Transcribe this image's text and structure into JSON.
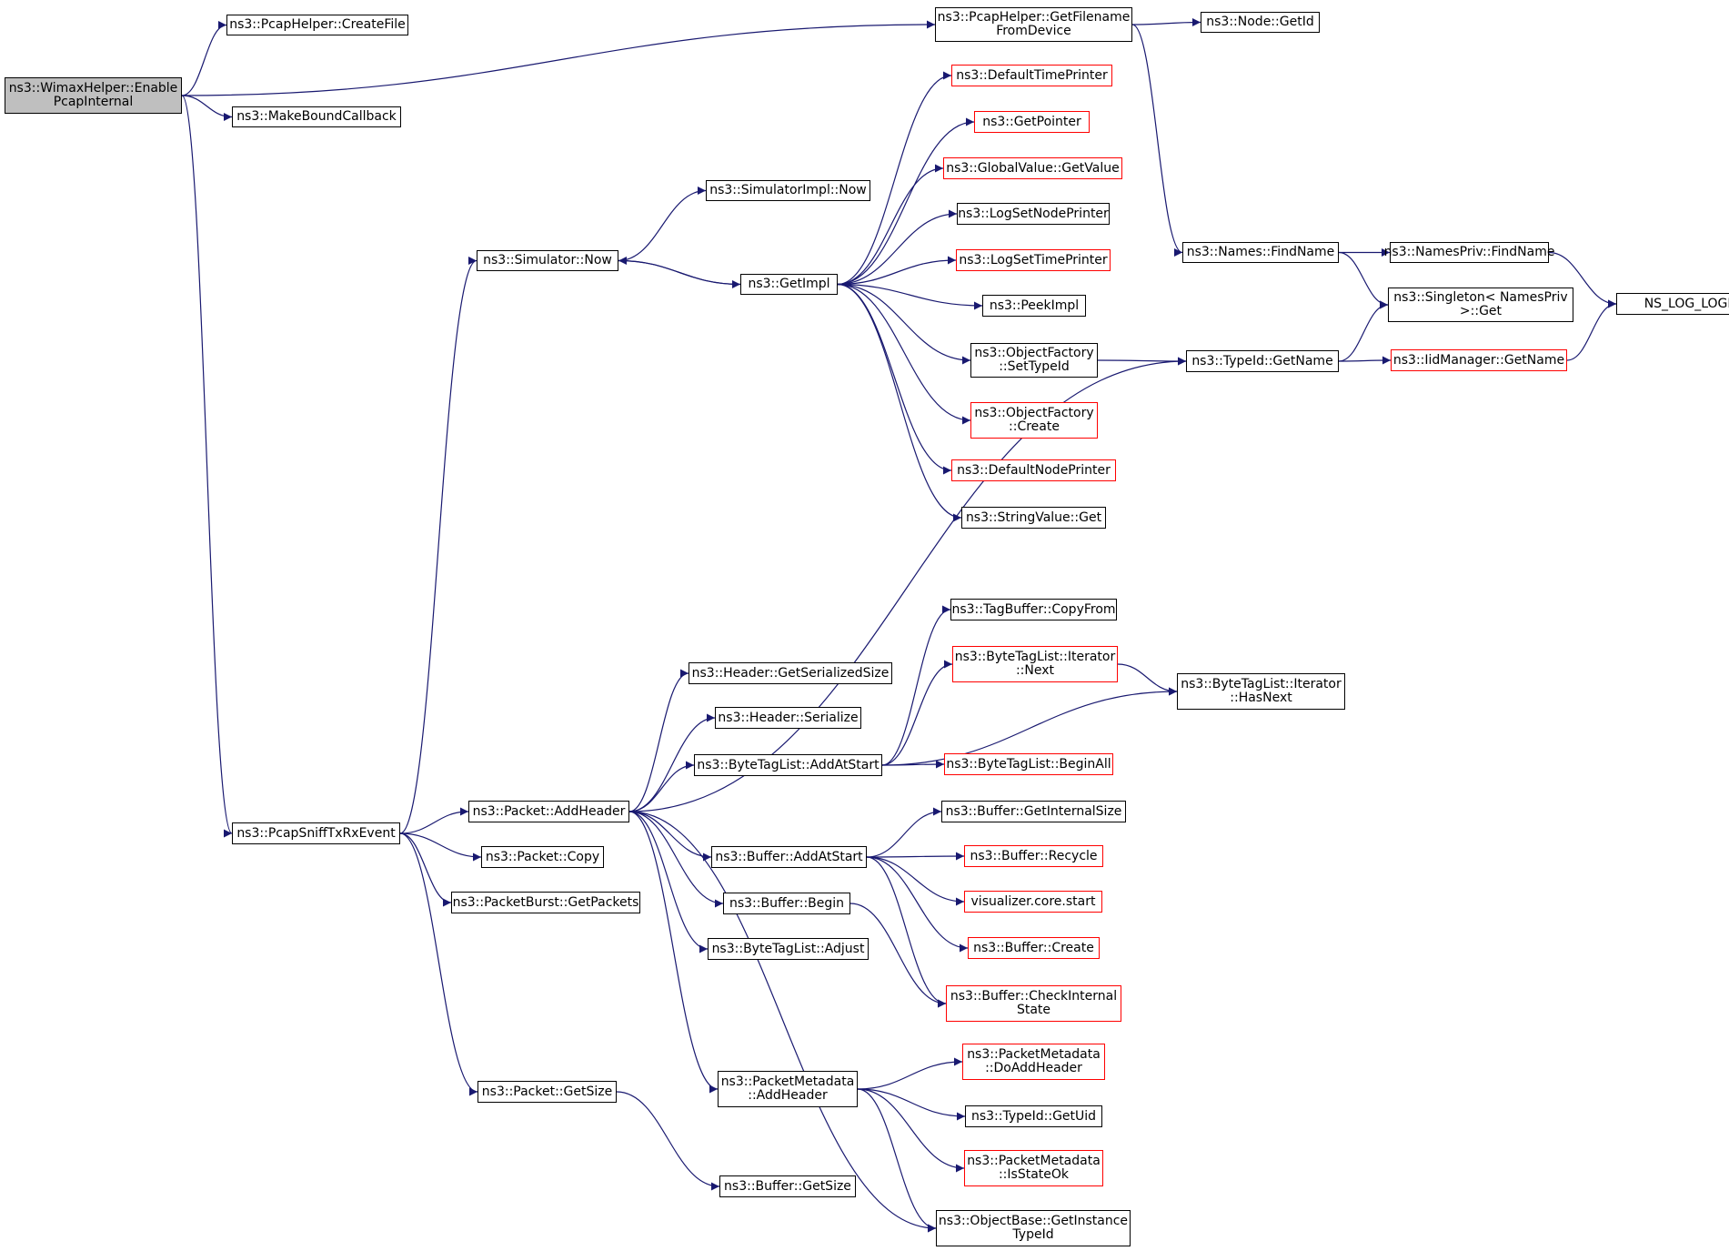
{
  "colors": {
    "edge": "#191970",
    "node_border": "#000000",
    "node_border_truncated": "#ff0000",
    "root_fill": "#bfbfbf"
  },
  "nodes": [
    {
      "id": "root",
      "label": "ns3::WimaxHelper::Enable\nPcapInternal",
      "style": "root"
    },
    {
      "id": "createfile",
      "label": "ns3::PcapHelper::CreateFile"
    },
    {
      "id": "makebound",
      "label": "ns3::MakeBoundCallback"
    },
    {
      "id": "getfilename",
      "label": "ns3::PcapHelper::GetFilename\nFromDevice"
    },
    {
      "id": "nodegetid",
      "label": "ns3::Node::GetId"
    },
    {
      "id": "deftimeprinter",
      "label": "ns3::DefaultTimePrinter",
      "style": "red"
    },
    {
      "id": "getpointer",
      "label": "ns3::GetPointer",
      "style": "red"
    },
    {
      "id": "gvgetvalue",
      "label": "ns3::GlobalValue::GetValue",
      "style": "red"
    },
    {
      "id": "simimplnow",
      "label": "ns3::SimulatorImpl::Now"
    },
    {
      "id": "lognodeprinter",
      "label": "ns3::LogSetNodePrinter"
    },
    {
      "id": "simnow",
      "label": "ns3::Simulator::Now"
    },
    {
      "id": "namesfind",
      "label": "ns3::Names::FindName"
    },
    {
      "id": "nameprivfind",
      "label": "ns3::NamesPriv::FindName"
    },
    {
      "id": "logtimeprinter",
      "label": "ns3::LogSetTimePrinter",
      "style": "red"
    },
    {
      "id": "getimpl",
      "label": "ns3::GetImpl"
    },
    {
      "id": "singleton",
      "label": "ns3::Singleton< NamesPriv\n>::Get"
    },
    {
      "id": "nslog",
      "label": "NS_LOG_LOGIC"
    },
    {
      "id": "peekimpl",
      "label": "ns3::PeekImpl"
    },
    {
      "id": "ofsettypeid",
      "label": "ns3::ObjectFactory\n::SetTypeId"
    },
    {
      "id": "typeidgetname",
      "label": "ns3::TypeId::GetName"
    },
    {
      "id": "iidgetname",
      "label": "ns3::IidManager::GetName",
      "style": "red"
    },
    {
      "id": "ofcreate",
      "label": "ns3::ObjectFactory\n::Create",
      "style": "red"
    },
    {
      "id": "defnodeprinter",
      "label": "ns3::DefaultNodePrinter",
      "style": "red"
    },
    {
      "id": "stringvalueget",
      "label": "ns3::StringValue::Get"
    },
    {
      "id": "tagcopyfrom",
      "label": "ns3::TagBuffer::CopyFrom"
    },
    {
      "id": "btliternext",
      "label": "ns3::ByteTagList::Iterator\n::Next",
      "style": "red"
    },
    {
      "id": "btlhasnext",
      "label": "ns3::ByteTagList::Iterator\n::HasNext"
    },
    {
      "id": "hdrgetsersize",
      "label": "ns3::Header::GetSerializedSize"
    },
    {
      "id": "hdrserialize",
      "label": "ns3::Header::Serialize"
    },
    {
      "id": "btladdatstart",
      "label": "ns3::ByteTagList::AddAtStart"
    },
    {
      "id": "btlbeginall",
      "label": "ns3::ByteTagList::BeginAll",
      "style": "red"
    },
    {
      "id": "pktaddheader",
      "label": "ns3::Packet::AddHeader"
    },
    {
      "id": "bufgetinternalsize",
      "label": "ns3::Buffer::GetInternalSize"
    },
    {
      "id": "pcapsniff",
      "label": "ns3::PcapSniffTxRxEvent"
    },
    {
      "id": "bufaddatstart",
      "label": "ns3::Buffer::AddAtStart"
    },
    {
      "id": "bufrecycle",
      "label": "ns3::Buffer::Recycle",
      "style": "red"
    },
    {
      "id": "pktcopy",
      "label": "ns3::Packet::Copy"
    },
    {
      "id": "vizstart",
      "label": "visualizer.core.start",
      "style": "red"
    },
    {
      "id": "pbgetpackets",
      "label": "ns3::PacketBurst::GetPackets"
    },
    {
      "id": "bufbegin",
      "label": "ns3::Buffer::Begin"
    },
    {
      "id": "bufcreate",
      "label": "ns3::Buffer::Create",
      "style": "red"
    },
    {
      "id": "btladjust",
      "label": "ns3::ByteTagList::Adjust"
    },
    {
      "id": "bufcheck",
      "label": "ns3::Buffer::CheckInternal\nState",
      "style": "red"
    },
    {
      "id": "pmdoaddheader",
      "label": "ns3::PacketMetadata\n::DoAddHeader",
      "style": "red"
    },
    {
      "id": "pmaddheader",
      "label": "ns3::PacketMetadata\n::AddHeader"
    },
    {
      "id": "pktgetsize",
      "label": "ns3::Packet::GetSize"
    },
    {
      "id": "typeidgetuid",
      "label": "ns3::TypeId::GetUid"
    },
    {
      "id": "pmisstateok",
      "label": "ns3::PacketMetadata\n::IsStateOk",
      "style": "red"
    },
    {
      "id": "bufgetsize",
      "label": "ns3::Buffer::GetSize"
    },
    {
      "id": "objgetinstance",
      "label": "ns3::ObjectBase::GetInstance\nTypeId"
    }
  ],
  "edges": [
    [
      "root",
      "createfile"
    ],
    [
      "root",
      "getfilename"
    ],
    [
      "root",
      "makebound"
    ],
    [
      "root",
      "pcapsniff"
    ],
    [
      "getfilename",
      "nodegetid"
    ],
    [
      "getfilename",
      "namesfind"
    ],
    [
      "namesfind",
      "nameprivfind"
    ],
    [
      "namesfind",
      "singleton"
    ],
    [
      "nameprivfind",
      "nslog"
    ],
    [
      "simnow",
      "simimplnow"
    ],
    [
      "simnow",
      "getimpl"
    ],
    [
      "getimpl",
      "simnow"
    ],
    [
      "getimpl",
      "deftimeprinter"
    ],
    [
      "getimpl",
      "getpointer"
    ],
    [
      "getimpl",
      "gvgetvalue"
    ],
    [
      "getimpl",
      "lognodeprinter"
    ],
    [
      "getimpl",
      "logtimeprinter"
    ],
    [
      "getimpl",
      "peekimpl"
    ],
    [
      "getimpl",
      "ofsettypeid"
    ],
    [
      "getimpl",
      "ofcreate"
    ],
    [
      "getimpl",
      "defnodeprinter"
    ],
    [
      "getimpl",
      "stringvalueget"
    ],
    [
      "ofsettypeid",
      "typeidgetname"
    ],
    [
      "typeidgetname",
      "singleton"
    ],
    [
      "typeidgetname",
      "iidgetname"
    ],
    [
      "iidgetname",
      "nslog"
    ],
    [
      "pcapsniff",
      "simnow"
    ],
    [
      "pcapsniff",
      "pktaddheader"
    ],
    [
      "pcapsniff",
      "pktcopy"
    ],
    [
      "pcapsniff",
      "pbgetpackets"
    ],
    [
      "pcapsniff",
      "pktgetsize"
    ],
    [
      "pktaddheader",
      "typeidgetname"
    ],
    [
      "pktaddheader",
      "hdrgetsersize"
    ],
    [
      "pktaddheader",
      "hdrserialize"
    ],
    [
      "pktaddheader",
      "btladdatstart"
    ],
    [
      "pktaddheader",
      "bufaddatstart"
    ],
    [
      "pktaddheader",
      "bufbegin"
    ],
    [
      "pktaddheader",
      "btladjust"
    ],
    [
      "pktaddheader",
      "pmaddheader"
    ],
    [
      "pktaddheader",
      "objgetinstance"
    ],
    [
      "btladdatstart",
      "tagcopyfrom"
    ],
    [
      "btladdatstart",
      "btliternext"
    ],
    [
      "btladdatstart",
      "btlhasnext"
    ],
    [
      "btladdatstart",
      "btlbeginall"
    ],
    [
      "btliternext",
      "btlhasnext"
    ],
    [
      "bufaddatstart",
      "bufgetinternalsize"
    ],
    [
      "bufaddatstart",
      "bufrecycle"
    ],
    [
      "bufaddatstart",
      "vizstart"
    ],
    [
      "bufaddatstart",
      "bufcreate"
    ],
    [
      "bufaddatstart",
      "bufcheck"
    ],
    [
      "bufbegin",
      "bufcheck"
    ],
    [
      "pmaddheader",
      "pmdoaddheader"
    ],
    [
      "pmaddheader",
      "typeidgetuid"
    ],
    [
      "pmaddheader",
      "pmisstateok"
    ],
    [
      "pmaddheader",
      "objgetinstance"
    ],
    [
      "pktgetsize",
      "bufgetsize"
    ]
  ]
}
